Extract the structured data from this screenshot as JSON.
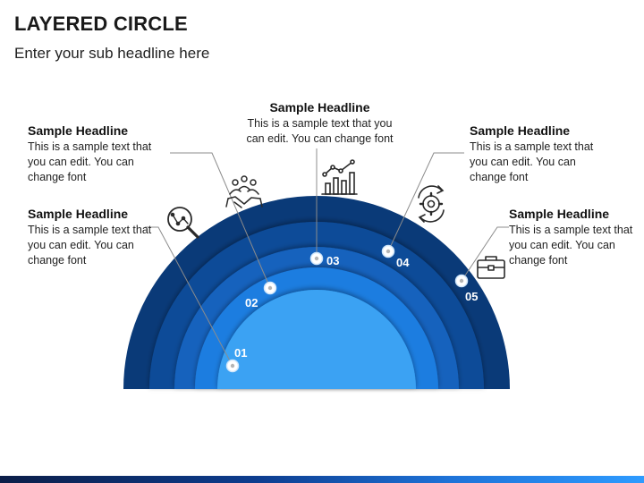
{
  "title": "LAYERED CIRCLE",
  "subtitle": "Enter your sub headline here",
  "colors": {
    "ring1": "#0a3a78",
    "ring2": "#0e4c98",
    "ring3": "#1462bd",
    "ring4": "#1d7de0",
    "core": "#3aa2f3",
    "leader": "#8c8c8c",
    "icon": "#2a2a2a"
  },
  "callouts": [
    {
      "number": "01",
      "headline": "Sample Headline",
      "text": "This is a sample text that you can edit. You can change font",
      "icon": "magnifier-chart-icon"
    },
    {
      "number": "02",
      "headline": "Sample Headline",
      "text": "This is a sample text that you can edit. You can change font",
      "icon": "teamwork-handshake-icon"
    },
    {
      "number": "03",
      "headline": "Sample Headline",
      "text": "This is a sample text that you can edit. You can change font",
      "icon": "growth-chart-icon"
    },
    {
      "number": "04",
      "headline": "Sample Headline",
      "text": "This is a sample text that you can edit. You can change font",
      "icon": "gear-cycle-icon"
    },
    {
      "number": "05",
      "headline": "Sample Headline",
      "text": "This is a sample text that you can edit. You can change font",
      "icon": "briefcase-icon"
    }
  ]
}
